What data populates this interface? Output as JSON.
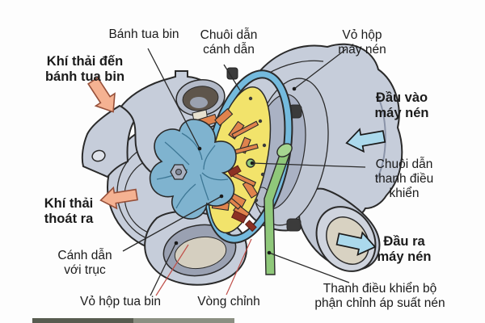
{
  "figure": {
    "type": "labeled-technical-diagram",
    "labels": {
      "banh_tua_bin": "Bánh tua bin",
      "chuoi_dan_canh_dan": "Chuôi dẫn cánh dẫn",
      "vo_hop_may_nen": "Vỏ hộp máy nén",
      "khi_thai_den_banh_tua_bin": "Khí thải đến bánh tua bin",
      "dau_vao_may_nen": "Đầu vào máy nén",
      "chuoi_dan_thanh_dieu_khien": "Chuôi dẫn thanh điều khiển",
      "khi_thai_thoat_ra": "Khí thải thoát ra",
      "dau_ra_may_nen": "Đầu ra máy nén",
      "canh_dan_voi_truc": "Cánh dẫn với trục",
      "vo_hop_tua_bin": "Vỏ hộp tua bin",
      "vong_chinh": "Vòng chỉnh",
      "thanh_dieu_khien_bo_phan": "Thanh điều khiển bộ phận chỉnh áp suất nén"
    },
    "arrows": [
      {
        "name": "exhaust-inlet-arrow",
        "direction": "down-right",
        "color": "#f5b292"
      },
      {
        "name": "exhaust-outlet-arrow",
        "direction": "left",
        "color": "#f5b292"
      },
      {
        "name": "compressor-inlet-arrow",
        "direction": "left",
        "color": "#abd9ec"
      },
      {
        "name": "compressor-outlet-arrow",
        "direction": "right",
        "color": "#abd9ec"
      }
    ],
    "colors": {
      "housing": "#c6cdda",
      "housing_shade": "#a9b1c4",
      "turbine_wheel": "#7fb3cf",
      "vanes": "#e0834d",
      "nozzle_ring_yellow": "#f2e36b",
      "adjust_ring_blue": "#74badd",
      "control_rod_green": "#8fc87a",
      "leader_line": "#2a2a2a",
      "leader_line_red": "#c0504a",
      "text": "#1b1b1b"
    }
  }
}
